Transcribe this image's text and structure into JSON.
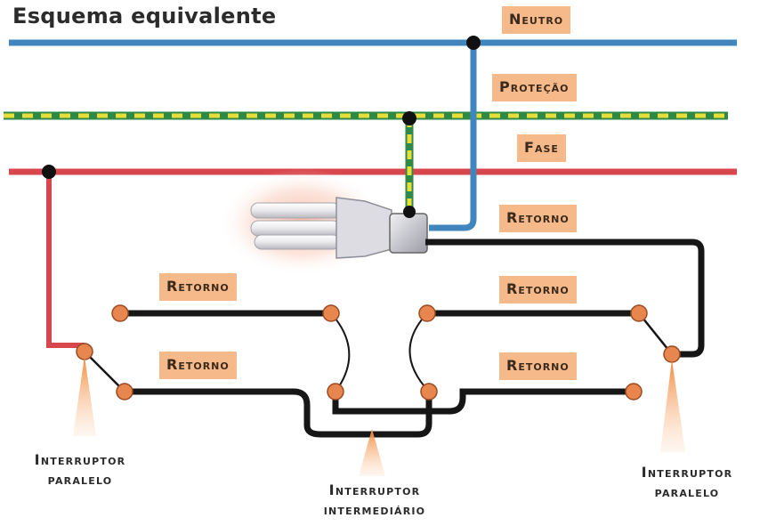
{
  "title": "Esquema equivalente",
  "labels": {
    "neutro": "Neutro",
    "protecao": "Proteção",
    "fase": "Fase",
    "retorno_lamp": "Retorno",
    "retorno_top_left": "Retorno",
    "retorno_bottom_left": "Retorno",
    "retorno_top_right": "Retorno",
    "retorno_bottom_right": "Retorno"
  },
  "switches": {
    "left": {
      "line1": "Interruptor",
      "line2": "paralelo"
    },
    "middle": {
      "line1": "Interruptor",
      "line2": "intermediário"
    },
    "right": {
      "line1": "Interruptor",
      "line2": "paralelo"
    }
  },
  "colors": {
    "neutro_wire": "#3f86bf",
    "fase_wire": "#d9474e",
    "protecao_green": "#2e8a46",
    "protecao_yellow": "#e7dd3b",
    "retorno_wire": "#161616",
    "terminal": "#e8864f",
    "label_bg": "#f6b98a"
  }
}
